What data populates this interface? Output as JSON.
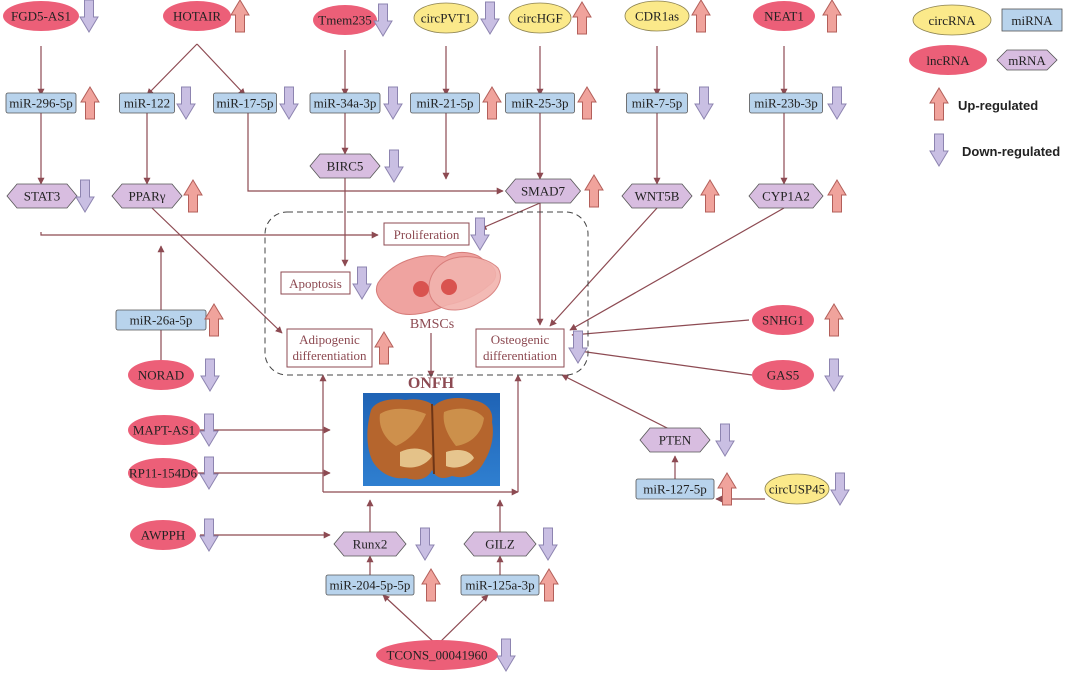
{
  "colors": {
    "lncrna": "#ec5f78",
    "circrna": "#fbe98a",
    "mirna": "#b8d3ec",
    "mrna": "#d8bde0",
    "up_arrow": "#f0a39c",
    "down_arrow": "#c9bfe3",
    "edge": "#8d4a52",
    "box_text": "#8d4a52"
  },
  "icons": {
    "up": "up-regulated-arrow-icon",
    "down": "down-regulated-arrow-icon",
    "photo": "femoral-head-photo-icon",
    "cell": "bmsc-cell-icon"
  },
  "legend": {
    "circrna": "circRNA",
    "mirna": "miRNA",
    "lncrna": "lncRNA",
    "mrna": "mRNA",
    "up": "Up-regulated",
    "down": "Down-regulated"
  },
  "center": {
    "title": "ONFH",
    "bmsc_label": "BMSCs",
    "proliferation": "Proliferation",
    "apoptosis": "Apoptosis",
    "adipogenic_1": "Adipogenic",
    "adipogenic_2": "differentiation",
    "osteogenic_1": "Osteogenic",
    "osteogenic_2": "differentiation"
  },
  "nodes": {
    "fgd5as1": "FGD5-AS1",
    "hotair": "HOTAIR",
    "tmem235": "Tmem235",
    "circpvt1": "circPVT1",
    "circhgf": "circHGF",
    "cdr1as": "CDR1as",
    "neat1": "NEAT1",
    "mir296": "miR-296-5p",
    "mir122": "miR-122",
    "mir17": "miR-17-5p",
    "mir34a": "miR-34a-3p",
    "mir21": "miR-21-5p",
    "mir25": "miR-25-3p",
    "mir7": "miR-7-5p",
    "mir23b": "miR-23b-3p",
    "stat3": "STAT3",
    "pparg": "PPARγ",
    "birc5": "BIRC5",
    "smad7": "SMAD7",
    "wnt5b": "WNT5B",
    "cyp1a2": "CYP1A2",
    "mir26a": "miR-26a-5p",
    "norad": "NORAD",
    "snhg1": "SNHG1",
    "gas5": "GAS5",
    "mapt": "MAPT-AS1",
    "rp11": "RP11-154D6",
    "pten": "PTEN",
    "mir127": "miR-127-5p",
    "circusp45": "circUSP45",
    "awpph": "AWPPH",
    "runx2": "Runx2",
    "gilz": "GILZ",
    "mir204": "miR-204-5p-5p",
    "mir125a": "miR-125a-3p",
    "tcons": "TCONS_00041960"
  }
}
